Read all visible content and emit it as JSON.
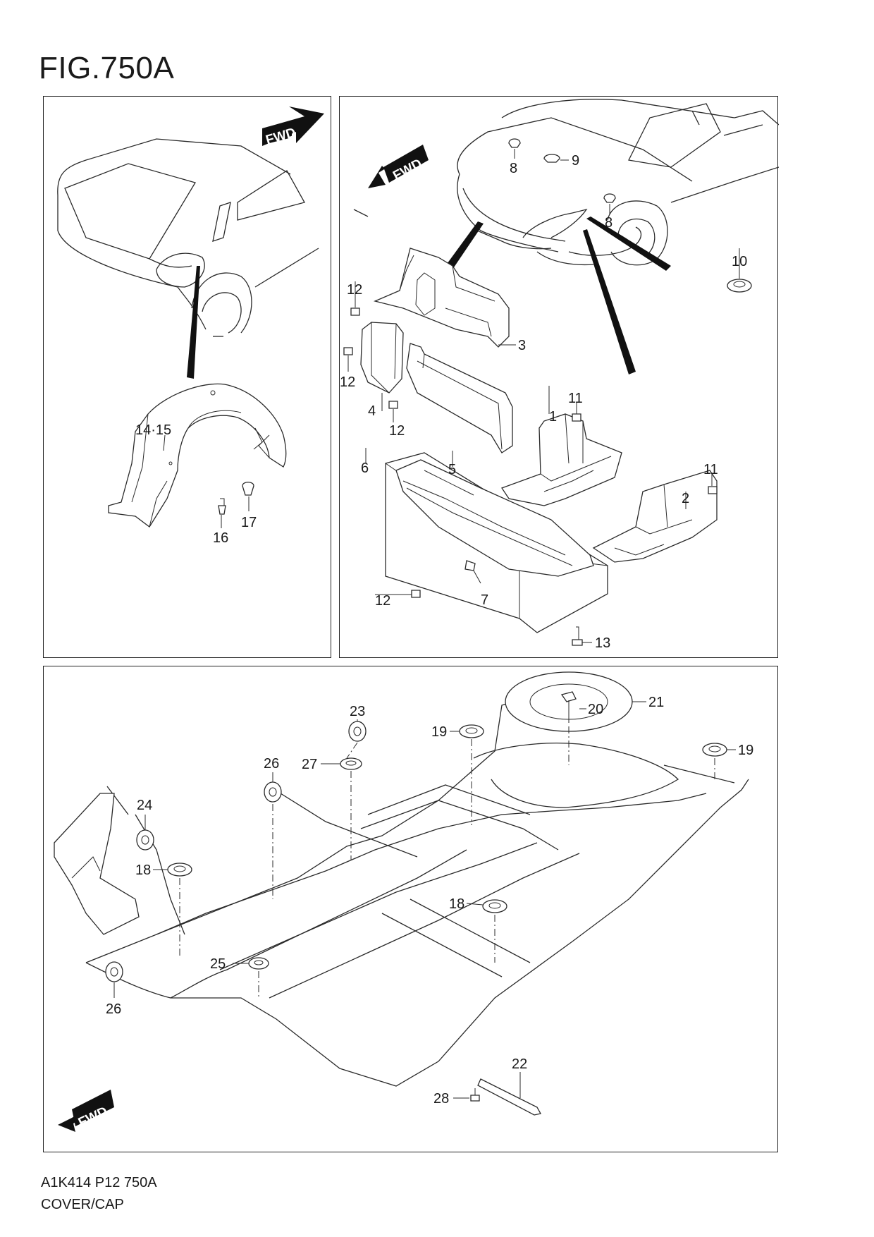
{
  "figure": {
    "title": "FIG.750A",
    "code": "A1K414 P12 750A",
    "name": "COVER/CAP"
  },
  "fwd_label": "FWD",
  "callouts": {
    "left": [
      "14·15",
      "16",
      "17"
    ],
    "right": [
      "1",
      "2",
      "3",
      "4",
      "5",
      "6",
      "7",
      "8",
      "8",
      "9",
      "10",
      "11",
      "11",
      "12",
      "12",
      "12",
      "12",
      "13"
    ],
    "bottom": [
      "18",
      "18",
      "19",
      "19",
      "20",
      "21",
      "22",
      "23",
      "24",
      "25",
      "26",
      "26",
      "27",
      "28"
    ]
  }
}
